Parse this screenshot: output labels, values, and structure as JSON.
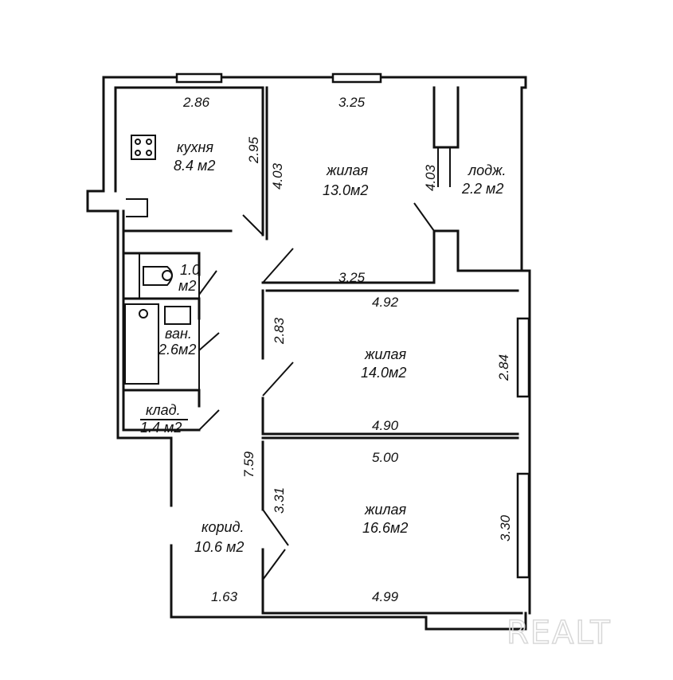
{
  "rooms": {
    "kitchen": {
      "name": "кухня",
      "area": "8.4 м2",
      "width": "2.86",
      "depth": "2.95"
    },
    "living1": {
      "name": "жилая",
      "area": "13.0м2",
      "width_top": "3.25",
      "width_bottom": "3.25",
      "depth_left": "4.03",
      "depth_right": "4.03"
    },
    "loggia": {
      "name": "лодж.",
      "area": "2.2 м2"
    },
    "wc": {
      "area_value": "1.0",
      "area_unit": "м2"
    },
    "bath": {
      "name": "ван.",
      "area": "2.6м2"
    },
    "storage": {
      "name": "клад.",
      "area": "1.4 м2"
    },
    "living2": {
      "name": "жилая",
      "area": "14.0м2",
      "width_top": "4.92",
      "width_bottom": "4.90",
      "depth_left": "2.83",
      "depth_right": "2.84"
    },
    "living3": {
      "name": "жилая",
      "area": "16.6м2",
      "width_top": "5.00",
      "width_bottom": "4.99",
      "depth_left": "3.31",
      "depth_right": "3.30"
    },
    "corridor": {
      "name": "корид.",
      "area": "10.6 м2",
      "width": "1.63",
      "length": "7.59"
    }
  },
  "watermark": "REALT"
}
